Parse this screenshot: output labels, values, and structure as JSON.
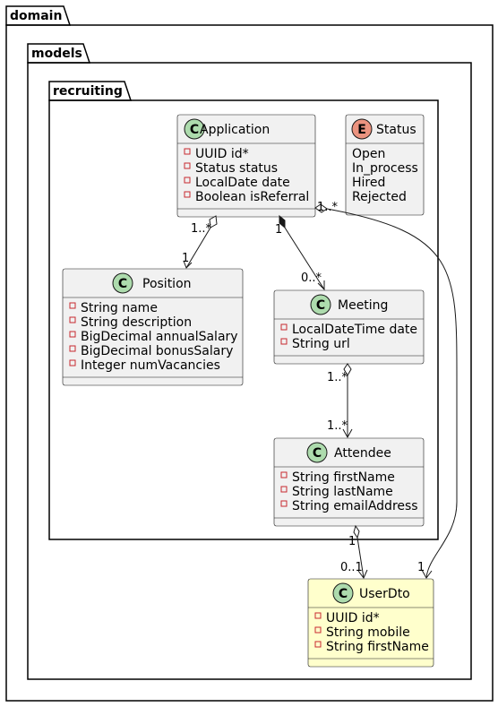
{
  "packages": {
    "domain": "domain",
    "models": "models",
    "recruiting": "recruiting"
  },
  "classes": {
    "application": {
      "name": "Application",
      "stereotype": "C",
      "attributes": [
        "UUID id*",
        "Status status",
        "LocalDate date",
        "Boolean isReferral"
      ]
    },
    "status": {
      "name": "Status",
      "stereotype": "E",
      "values": [
        "Open",
        "In_process",
        "Hired",
        "Rejected"
      ]
    },
    "position": {
      "name": "Position",
      "stereotype": "C",
      "attributes": [
        "String name",
        "String description",
        "BigDecimal annualSalary",
        "BigDecimal bonusSalary",
        "Integer numVacancies"
      ]
    },
    "meeting": {
      "name": "Meeting",
      "stereotype": "C",
      "attributes": [
        "LocalDateTime date",
        "String url"
      ]
    },
    "attendee": {
      "name": "Attendee",
      "stereotype": "C",
      "attributes": [
        "String firstName",
        "String lastName",
        "String emailAddress"
      ]
    },
    "userdto": {
      "name": "UserDto",
      "stereotype": "C",
      "attributes": [
        "UUID id*",
        "String mobile",
        "String firstName"
      ],
      "fill": "#ffffcc"
    }
  },
  "relations": {
    "application_position": {
      "source_mult": "1..*",
      "target_mult": "1"
    },
    "application_meeting": {
      "source_mult": "1",
      "target_mult": "0..*"
    },
    "meeting_attendee": {
      "source_mult": "1..*",
      "target_mult": "1..*"
    },
    "attendee_userdto": {
      "source_mult": "1",
      "target_mult": "0..1"
    },
    "application_userdto": {
      "source_mult": "1..*",
      "target_mult": "1"
    }
  }
}
